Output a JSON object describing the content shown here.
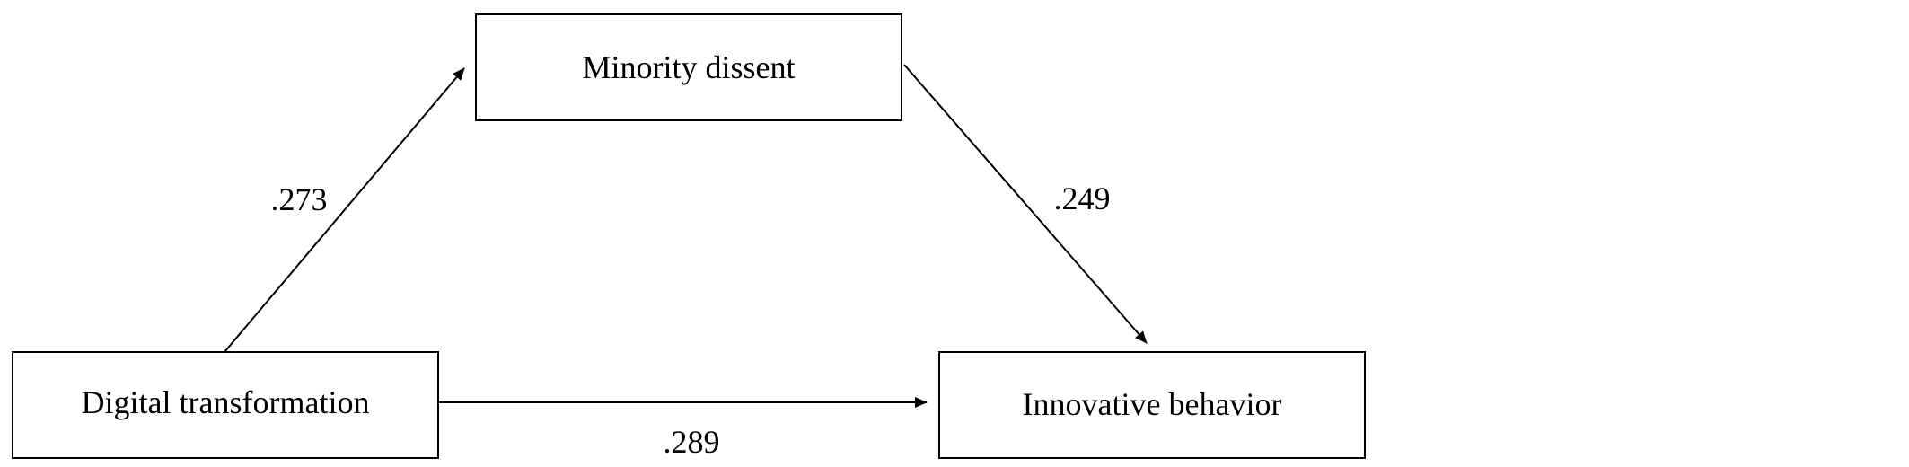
{
  "nodes": {
    "mediator": {
      "label": "Minority dissent"
    },
    "independent": {
      "label": "Digital transformation"
    },
    "dependent": {
      "label": "Innovative behavior"
    }
  },
  "edges": {
    "independent_to_mediator": {
      "coefficient": ".273"
    },
    "mediator_to_dependent": {
      "coefficient": ".249"
    },
    "independent_to_dependent": {
      "coefficient": ".289"
    }
  },
  "colors": {
    "stroke": "#000000",
    "background": "#ffffff"
  }
}
